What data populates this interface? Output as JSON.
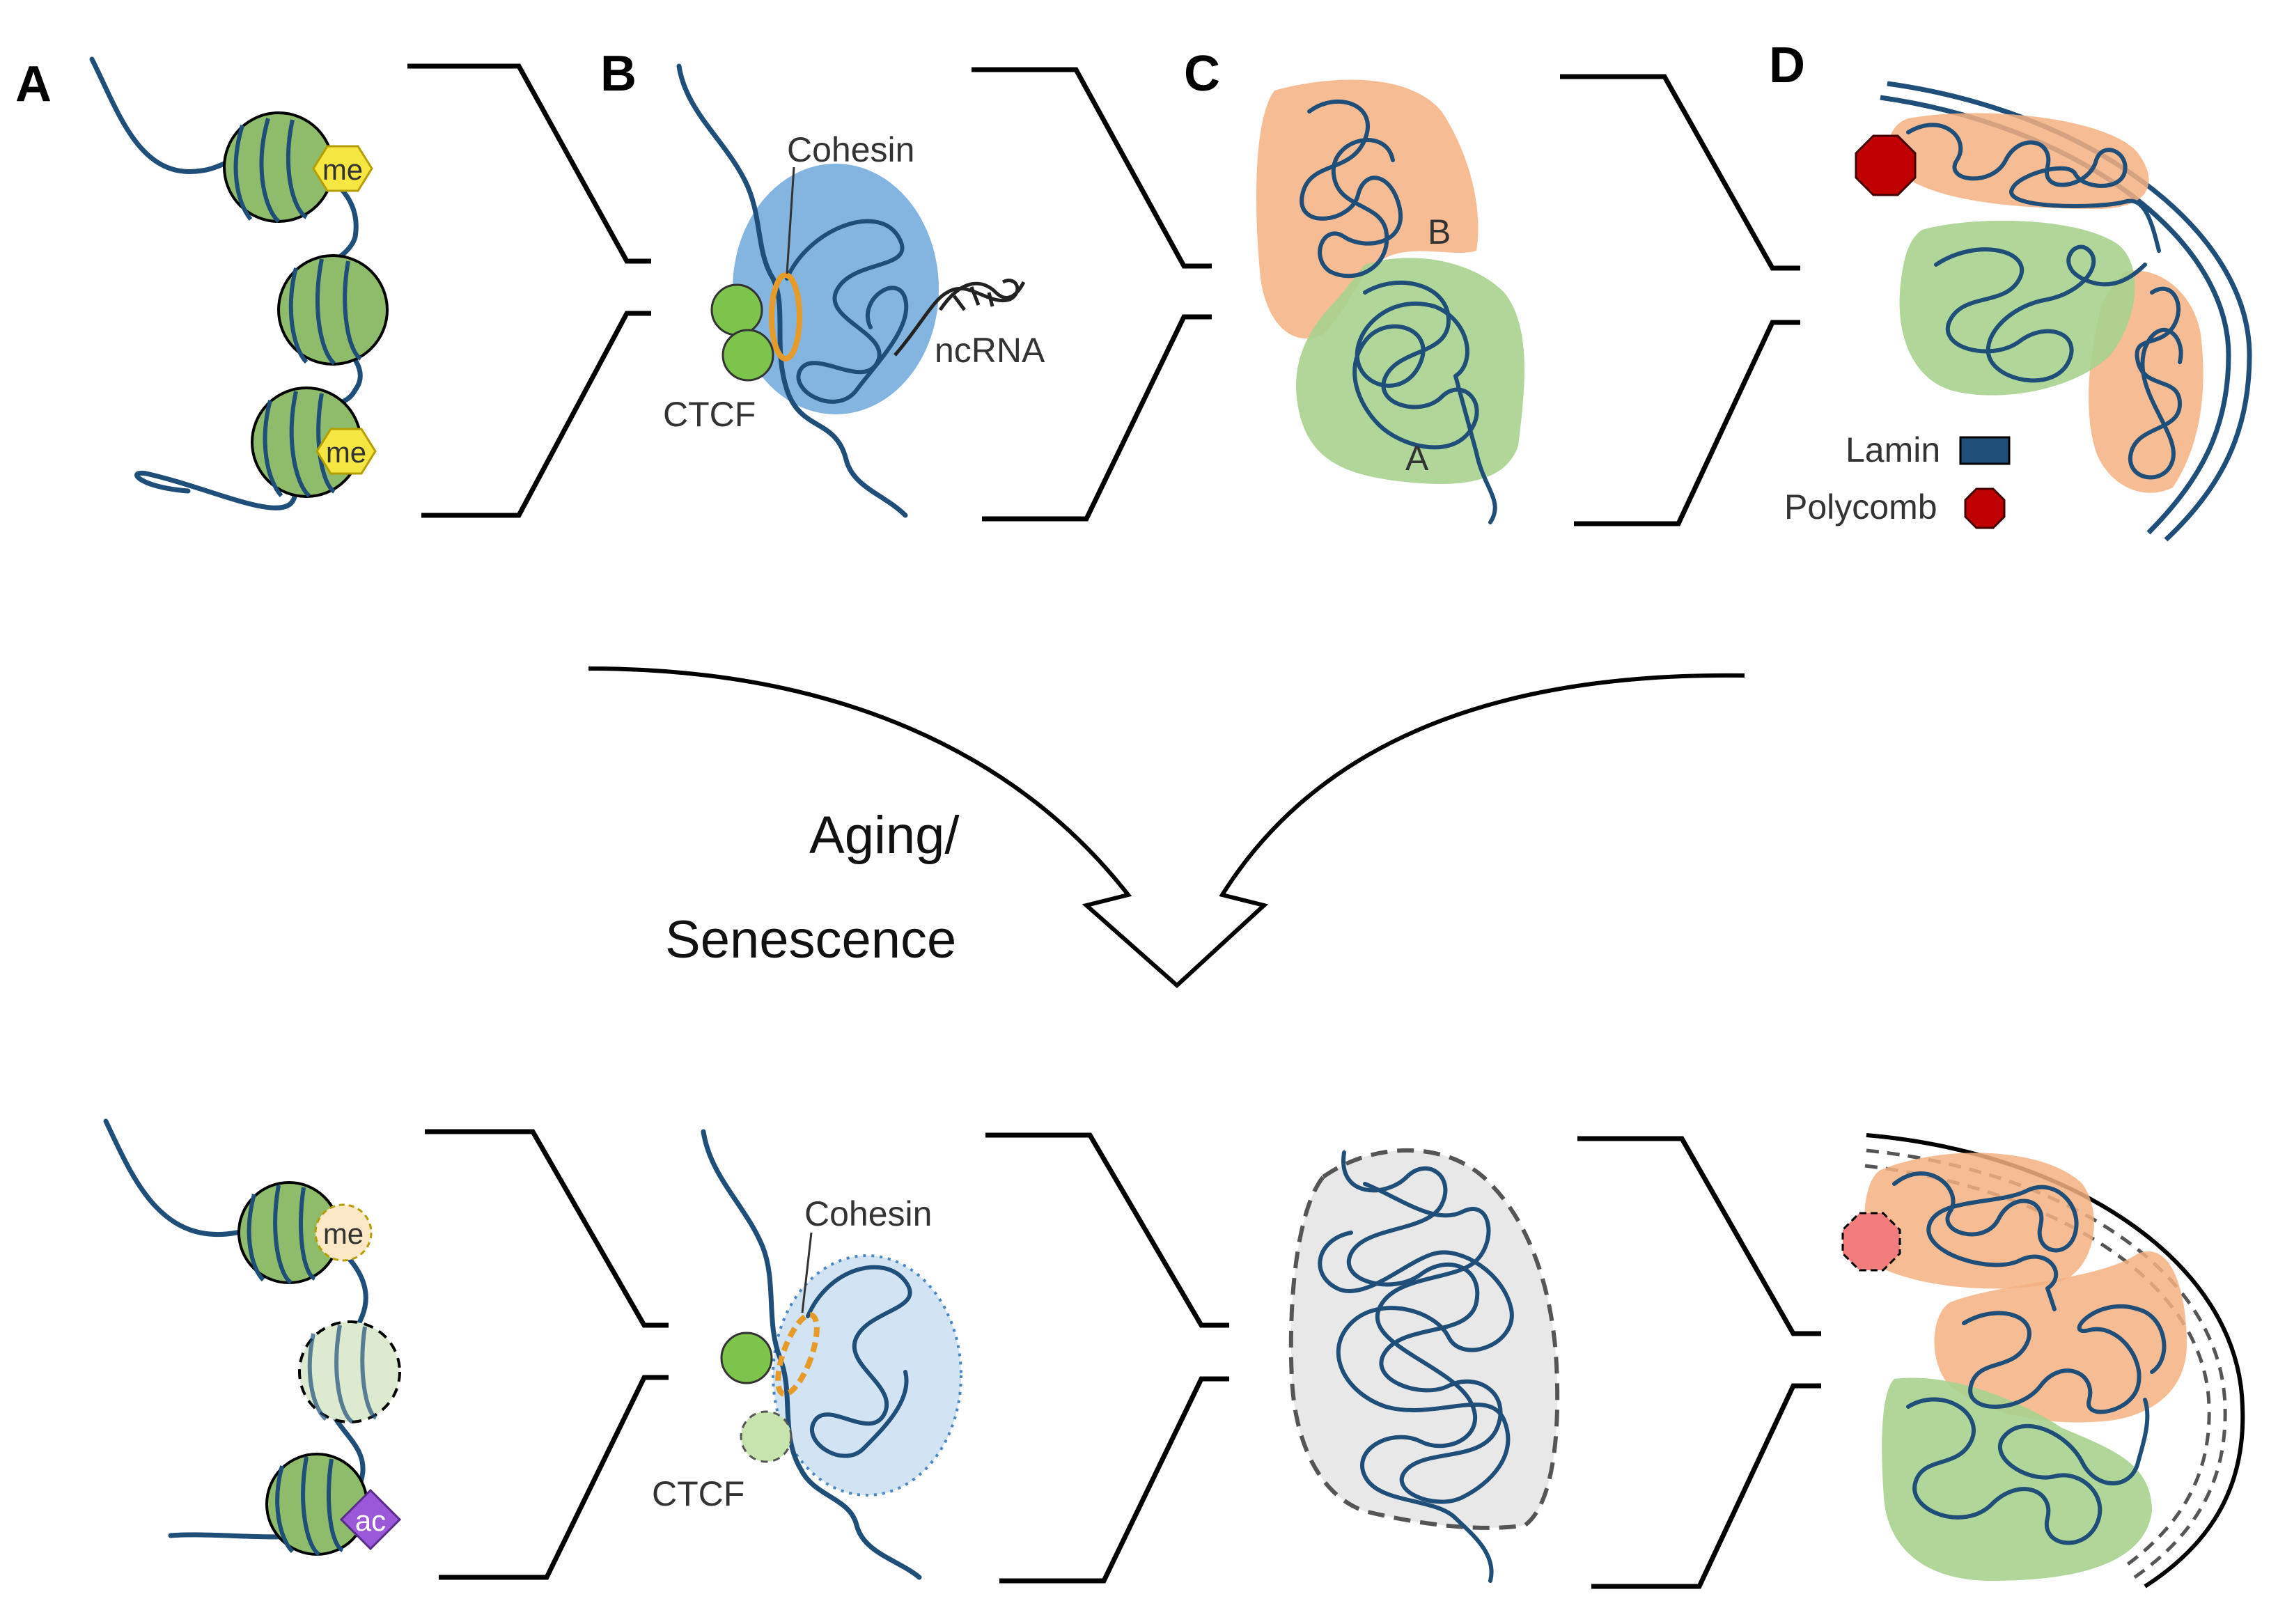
{
  "panels": {
    "a": {
      "letter": "A",
      "mark_me": "me",
      "mark_ac": "ac"
    },
    "b": {
      "letter": "B",
      "cohesin": "Cohesin",
      "ctcf": "CTCF",
      "ncrna": "ncRNA"
    },
    "c": {
      "letter": "C",
      "comp_a": "A",
      "comp_b": "B"
    },
    "d": {
      "letter": "D",
      "lamin": "Lamin",
      "polycomb": "Polycomb"
    }
  },
  "transition": {
    "line1": "Aging/",
    "line2": "Senescence"
  },
  "colors": {
    "chromatin": "#1f4e79",
    "nucleosome": "#8fbc6a",
    "methyl_mark": "#f5e642",
    "acetyl_mark": "#9b59d9",
    "tad": "#6fa8dc",
    "compartment_a": "#a9d18e",
    "compartment_b": "#f4b183",
    "polycomb": "#c00000",
    "lamin": "#1f4e79",
    "cohesin": "#e69a28",
    "ctcf": "#7cc44c"
  },
  "icons": [
    "nucleosome-icon",
    "methyl-mark-icon",
    "acetyl-mark-icon",
    "cohesin-ring-icon",
    "ctcf-protein-icon",
    "dna-helix-icon",
    "polycomb-octagon-icon",
    "lamin-swatch-icon",
    "big-arrow-icon"
  ]
}
